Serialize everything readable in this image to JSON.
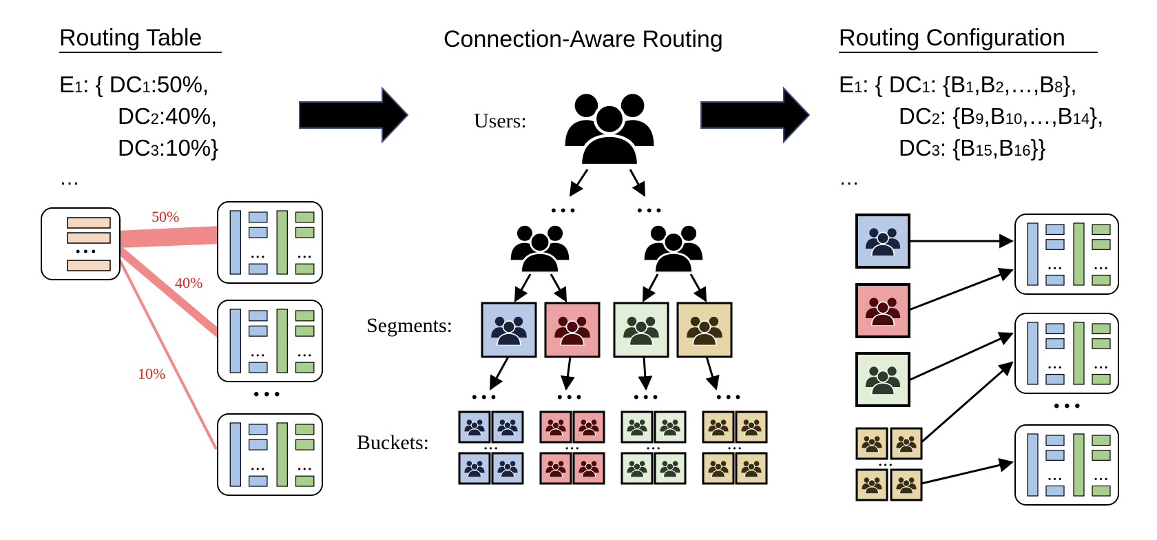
{
  "left": {
    "title": "Routing Table",
    "table_lines": [
      [
        {
          "t": "E"
        },
        {
          "t": "1",
          "sub": true
        },
        {
          "t": ": { DC"
        },
        {
          "t": "1",
          "sub": true
        },
        {
          "t": ":50%,"
        }
      ],
      [
        {
          "t": "DC"
        },
        {
          "t": "2",
          "sub": true
        },
        {
          "t": ":40%,"
        }
      ],
      [
        {
          "t": "DC"
        },
        {
          "t": "3",
          "sub": true
        },
        {
          "t": ":10%}"
        }
      ]
    ],
    "ellipsis": "…",
    "traffic_labels": [
      "50%",
      "40%",
      "10%"
    ],
    "dc_dots": "• • •"
  },
  "center": {
    "title": "Connection-Aware Routing",
    "users_label": "Users:",
    "segments_label": "Segments:",
    "buckets_label": "Buckets:",
    "dots": "• • •"
  },
  "right": {
    "title": "Routing Configuration",
    "config_lines": [
      [
        {
          "t": "E"
        },
        {
          "t": "1",
          "sub": true
        },
        {
          "t": ": { DC"
        },
        {
          "t": "1",
          "sub": true
        },
        {
          "t": ": {B"
        },
        {
          "t": "1",
          "sub": true
        },
        {
          "t": ",B"
        },
        {
          "t": "2",
          "sub": true
        },
        {
          "t": ",…,B"
        },
        {
          "t": "8",
          "sub": true
        },
        {
          "t": "},"
        }
      ],
      [
        {
          "t": "DC"
        },
        {
          "t": "2",
          "sub": true
        },
        {
          "t": ": {B"
        },
        {
          "t": "9",
          "sub": true
        },
        {
          "t": ",B"
        },
        {
          "t": "10",
          "sub": true
        },
        {
          "t": ",…,B"
        },
        {
          "t": "14",
          "sub": true
        },
        {
          "t": "},"
        }
      ],
      [
        {
          "t": "DC"
        },
        {
          "t": "3",
          "sub": true
        },
        {
          "t": ": {B"
        },
        {
          "t": "15",
          "sub": true
        },
        {
          "t": ",B"
        },
        {
          "t": "16",
          "sub": true
        },
        {
          "t": "}}"
        }
      ]
    ],
    "ellipsis": "…",
    "dc_dots": "• • •"
  },
  "colors": {
    "traffic": "#f08a8a",
    "traffic_label": "#e0261c",
    "endpoint_row": "#f6d7c0",
    "dc_blue": "#a9c5e8",
    "dc_green": "#a8cf8e",
    "seg_blue_bg": "#b8c9e8",
    "seg_blue_fg": "#17233f",
    "seg_red_bg": "#eca2a2",
    "seg_red_fg": "#4a0a0a",
    "seg_green_bg": "#e3eed9",
    "seg_green_fg": "#2e3a2a",
    "seg_tan_bg": "#e6d6a8",
    "seg_tan_fg": "#3a2e12",
    "arrow_fill": "#000000",
    "arrow_stroke": "#3d4c7a"
  }
}
